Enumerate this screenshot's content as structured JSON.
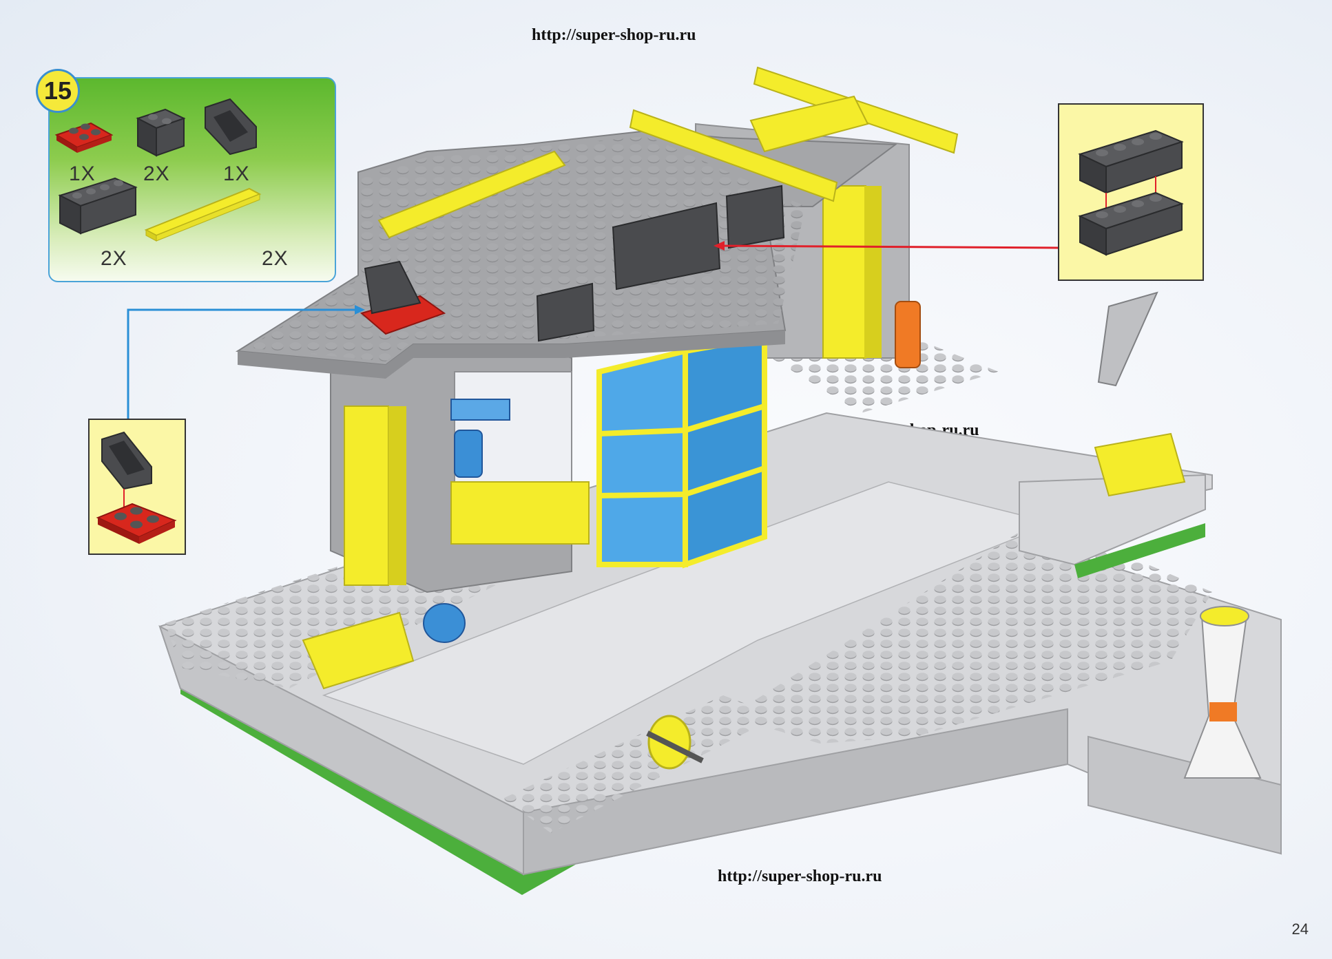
{
  "watermarks": [
    "http://super-shop-ru.ru",
    "http://super-shop-ru.ru",
    "http://super-shop-ru.ru"
  ],
  "page_number": "24",
  "step": {
    "number": "15",
    "parts": [
      {
        "name": "red-plate-2x2",
        "qty": "1X"
      },
      {
        "name": "dark-gray-brick-1x2",
        "qty": "2X"
      },
      {
        "name": "dark-gray-slope-1x2",
        "qty": "1X"
      },
      {
        "name": "dark-gray-brick-1x4",
        "qty": "2X"
      },
      {
        "name": "yellow-tile-1x8",
        "qty": "2X"
      }
    ]
  },
  "colors": {
    "base_gray": "#c9cacd",
    "roof_gray": "#a5a6a9",
    "yellow": "#f4ec2b",
    "dark_gray": "#4a4b4e",
    "red": "#d8271d",
    "green": "#4caf3c",
    "blue_glass": "#4fa8e8",
    "arrow_red": "#e0202a",
    "arrow_blue": "#2a8fd6"
  }
}
